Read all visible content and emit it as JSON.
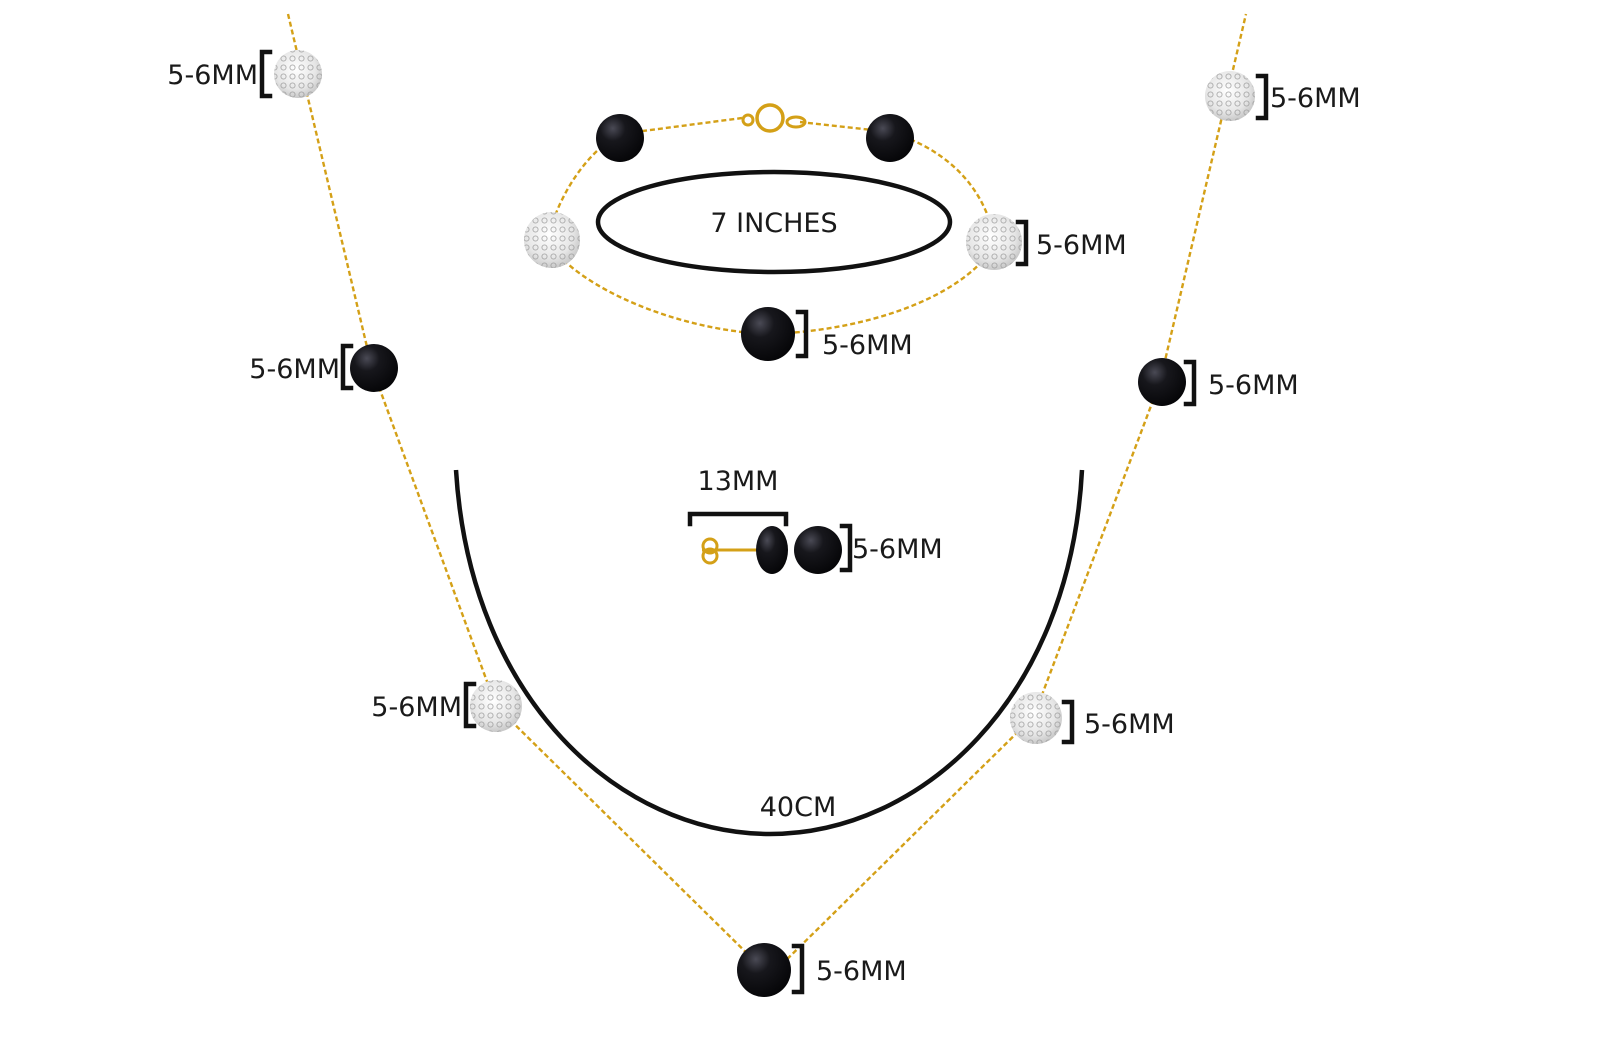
{
  "colors": {
    "gold": "#d4a017",
    "pearl": "#0c0c10",
    "crystal": "#ececec",
    "ink": "#111111",
    "background": "#ffffff"
  },
  "labels": {
    "bead_size": "5-6MM",
    "bracelet_length": "7 INCHES",
    "necklace_length": "40CM",
    "earring_length": "13MM"
  }
}
